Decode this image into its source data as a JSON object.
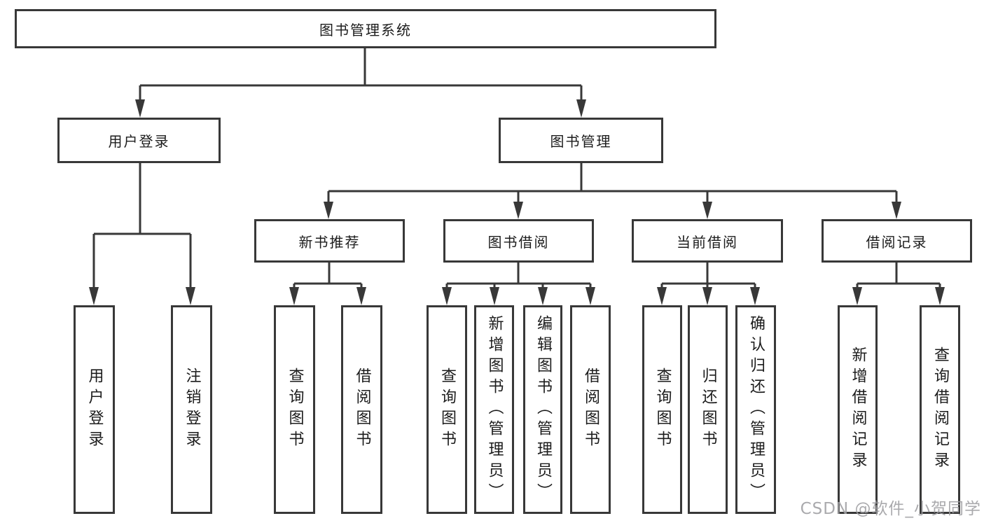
{
  "tree": {
    "root": "图书管理系统",
    "modules": [
      {
        "label": "用户登录",
        "children": [
          "用户登录",
          "注销登录"
        ]
      },
      {
        "label": "图书管理",
        "sections": [
          {
            "label": "新书推荐",
            "children": [
              "查询图书",
              "借阅图书"
            ]
          },
          {
            "label": "图书借阅",
            "children": [
              "查询图书",
              "新增图书（管理员）",
              "编辑图书（管理员）",
              "借阅图书"
            ]
          },
          {
            "label": "当前借阅",
            "children": [
              "查询图书",
              "归还图书",
              "确认归还（管理员）"
            ]
          },
          {
            "label": "借阅记录",
            "children": [
              "新增借阅记录",
              "查询借阅记录"
            ]
          }
        ]
      }
    ]
  },
  "watermark": {
    "text": "CSDN @软件_小贺同学"
  },
  "colors": {
    "line": "#383838",
    "text": "#1c1c1c",
    "watermark": "#9e9ea2",
    "background": "#ffffff"
  }
}
